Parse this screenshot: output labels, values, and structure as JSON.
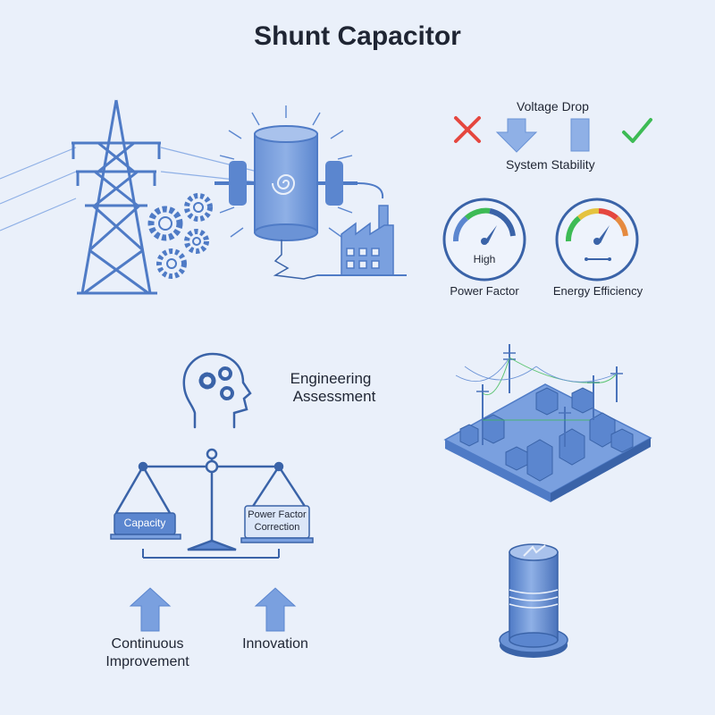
{
  "title": "Shunt Capacitor",
  "colors": {
    "background": "#eaf0fa",
    "primary_blue": "#5b86cf",
    "light_blue": "#8fb0e6",
    "dark_blue": "#3a63a8",
    "red": "#e5473f",
    "green": "#3dbb55"
  },
  "benefits": {
    "voltage_drop": "Voltage Drop",
    "system_stability": "System Stability"
  },
  "gauges": [
    {
      "name": "power-factor",
      "reading": "High",
      "label": "Power Factor"
    },
    {
      "name": "energy-efficiency",
      "reading": "",
      "label": "Energy Efficiency"
    }
  ],
  "assessment": {
    "label_line1": "Engineering",
    "label_line2": "Assessment"
  },
  "balance": {
    "left_pan": "Capacity",
    "right_pan_line1": "Power Factor",
    "right_pan_line2": "Correction"
  },
  "arrows": {
    "left_line1": "Continuous",
    "left_line2": "Improvement",
    "right": "Innovation"
  },
  "icons": [
    "transmission-tower-icon",
    "gears-icon",
    "capacitor-icon",
    "factory-icon",
    "cross-icon",
    "down-arrow-icon",
    "bar-icon",
    "check-icon",
    "gauge-icon",
    "head-gears-icon",
    "balance-scale-icon",
    "up-arrow-icon",
    "isometric-grid-city-icon",
    "capacitor-cylinder-icon"
  ]
}
